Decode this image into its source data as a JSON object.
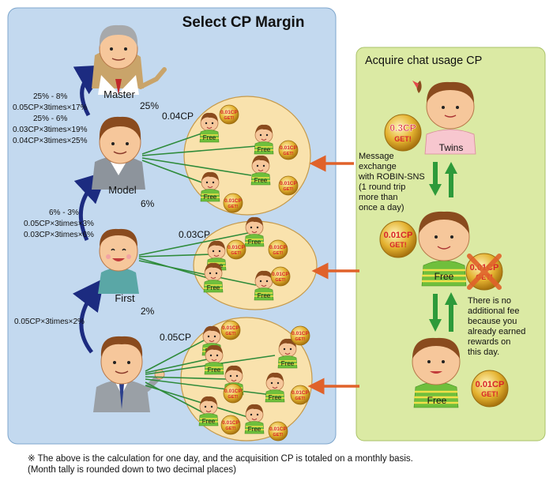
{
  "left_panel": {
    "title": "Select CP Margin",
    "roles": {
      "master": "Master",
      "model": "Model",
      "first": "First"
    },
    "pct": {
      "master": "25%",
      "model": "6%",
      "first": "2%"
    },
    "cp": {
      "model": "0.04CP",
      "first": "0.03CP",
      "base": "0.05CP"
    },
    "calc": {
      "to_master": [
        "25% - 8%",
        "0.05CP×3times×17%",
        "25% - 6%",
        "0.03CP×3times×19%",
        "0.04CP×3times×25%"
      ],
      "to_model": [
        "6% - 3%",
        "0.05CP×3times×3%",
        "0.03CP×3times×6%"
      ],
      "to_first": [
        "0.05CP×3times×2%"
      ]
    },
    "free_label": "Free",
    "coin_line1": "0.01CP",
    "coin_line2": "GET!"
  },
  "right_panel": {
    "title": "Acquire chat usage CP",
    "twins_label": "Twins",
    "free_label": "Free",
    "free2_label": "Free",
    "coin_twins_1": "0.3CP",
    "coin_twins_2": "GET!",
    "coin_free_1": "0.01CP",
    "coin_free_2": "GET!",
    "coin_crossed_1": "0.01CP",
    "coin_crossed_2": "GET!",
    "coin_free2_1": "0.01CP",
    "coin_free2_2": "GET!",
    "message_lines": [
      "Message",
      "exchange",
      "with ROBIN-SNS",
      "(1 round trip",
      "more than",
      "once a day)"
    ],
    "no_fee_lines": [
      "There is no",
      "additional fee",
      "because you",
      "already earned",
      "rewards on",
      "this day."
    ]
  },
  "footnote": {
    "line1": "※ The above is the calculation for one day, and the acquisition CP is totaled on a monthly basis.",
    "line2": "(Month tally is rounded down to two decimal places)"
  },
  "colors": {
    "left_panel_bg": "#c3d9ef",
    "right_panel_bg": "#dbeaa4",
    "circle_fill": "#f9e2ad",
    "arrow_blue": "#1c2b80",
    "arrow_green": "#2d9a3a",
    "arrow_orange": "#e0622a",
    "coin_gold": "#d8a21c"
  }
}
